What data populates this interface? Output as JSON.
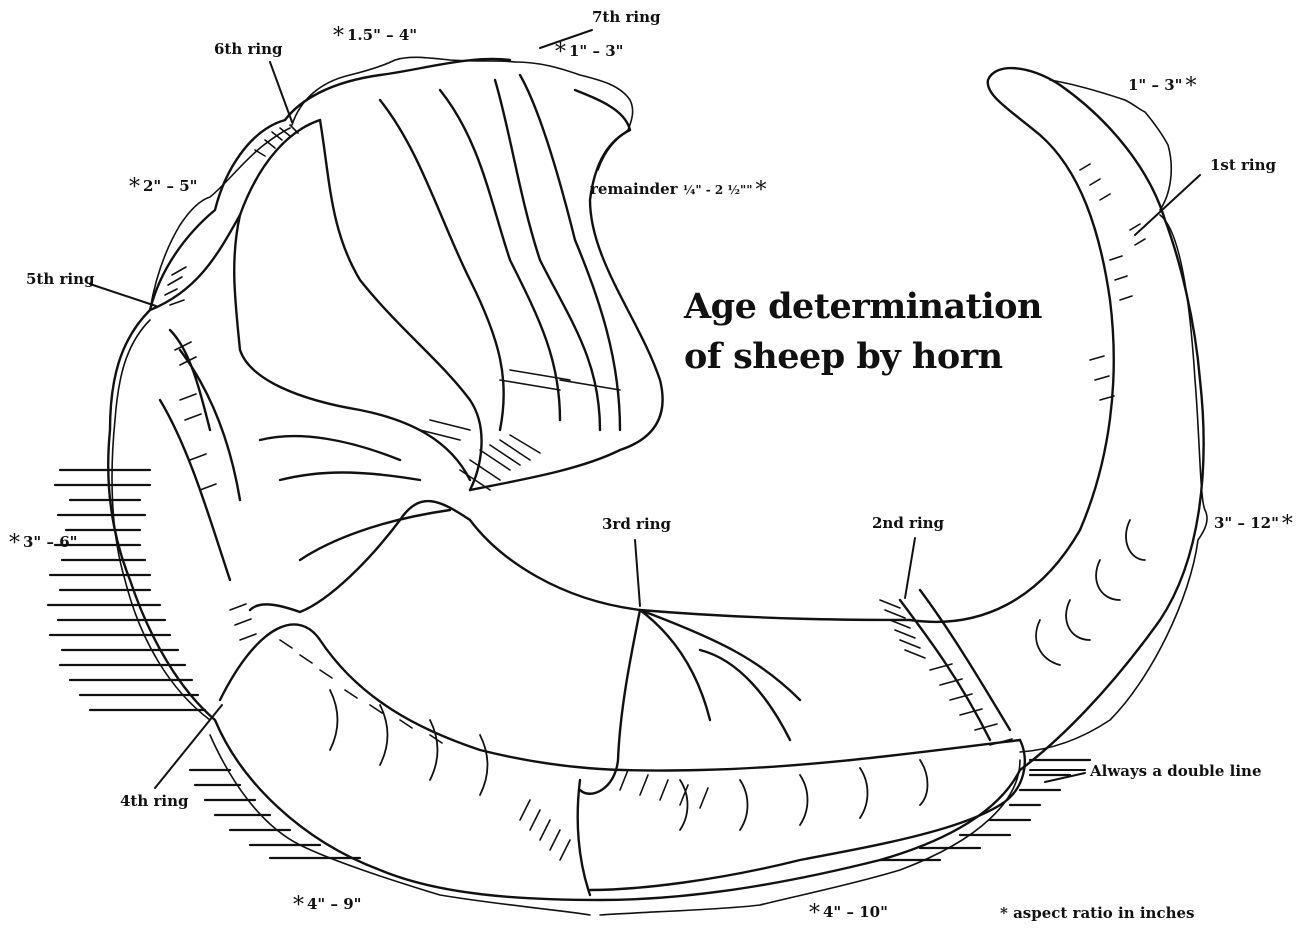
{
  "title": {
    "line1": "Age determination",
    "line2": "of sheep by horn"
  },
  "rings": {
    "r1": "1st ring",
    "r2": "2nd ring",
    "r3": "3rd ring",
    "r4": "4th ring",
    "r5": "5th ring",
    "r6": "6th ring",
    "r7": "7th ring"
  },
  "measurements": {
    "tip": "1\" – 3\"",
    "first_to_second": "3\" – 12\"",
    "second_to_third": "4\" – 10\"",
    "third_to_fourth": "4\" – 9\"",
    "fourth_to_fifth": "3\" – 6\"",
    "fifth_to_sixth": "2\" – 5\"",
    "sixth_to_seventh": "1.5\" – 4\"",
    "seventh": "1\" – 3\"",
    "remainder_label": "remainder",
    "remainder_value": "¼\" - 2 ½\"\""
  },
  "star_symbol": "*",
  "notes": {
    "double_line": "Always a double line",
    "footnote": "* aspect ratio in inches"
  },
  "colors": {
    "ink": "#111111",
    "background": "#ffffff"
  }
}
